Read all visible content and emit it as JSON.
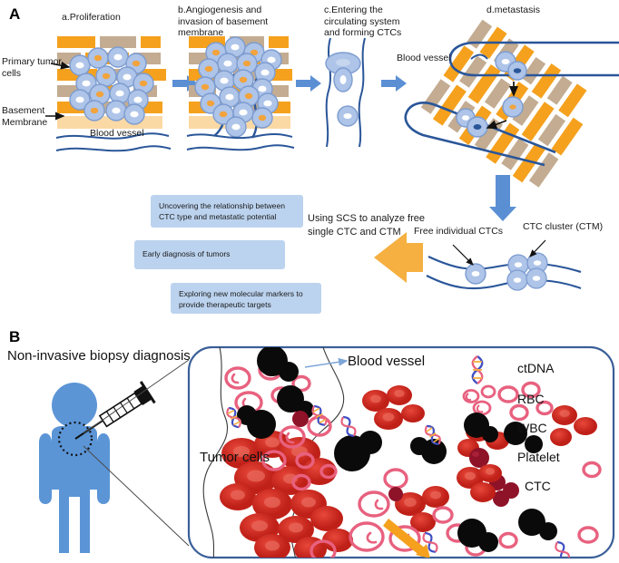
{
  "figure": {
    "panels": [
      {
        "letter": "A"
      },
      {
        "letter": "B"
      }
    ]
  },
  "panelA": {
    "letter": "A",
    "stage_titles": {
      "a": "a.Proliferation",
      "b": "b.Angiogenesis and\ninvasion of basement\nmembrane",
      "c": "c.Entering the\ncirculating system\nand forming CTCs",
      "d": "d.metastasis"
    },
    "labels": {
      "primary_tumor_cells": "Primary tumor\ncells",
      "basement_membrane": "Basement\nMembrane",
      "blood_vessel_a": "Blood vessel",
      "blood_vessel_d": "Blood vessel",
      "free_individual_ctcs": "Free individual CTCs",
      "ctc_cluster": "CTC cluster (CTM)",
      "using_scs": "Using SCS to analyze free\nsingle CTC and CTM"
    },
    "outcome_boxes": [
      {
        "id": "box-relationship",
        "text": "Uncovering the relationship between\nCTC type and metastatic potential"
      },
      {
        "id": "box-early-diagnosis",
        "text": "Early diagnosis of tumors"
      },
      {
        "id": "box-markers",
        "text": "Exploring new molecular markers to\nprovide therapeutic targets"
      }
    ]
  },
  "panelB": {
    "letter": "B",
    "title": "Non-invasive biopsy diagnosis",
    "labels": {
      "blood_vessel": "Blood vessel",
      "tumor_cells": "Tumor cells"
    },
    "legend": [
      {
        "icon": "dna-helix-icon",
        "label": "ctDNA",
        "color": "#3f4fc4"
      },
      {
        "icon": "rbc-icon",
        "label": "RBC",
        "color": "#e8617f"
      },
      {
        "icon": "wbc-icon",
        "label": "WBC",
        "color": "#0a0a0a"
      },
      {
        "icon": "platelet-icon",
        "label": "Platelet",
        "color": "#8e1228"
      },
      {
        "icon": "ctc-icon",
        "label": "CTC",
        "color": "#d32a22"
      }
    ]
  },
  "colors": {
    "tumor_cell_fill": "#aec4e8",
    "tumor_cell_stroke": "#7d9cd0",
    "tumor_cell_nucleus": "#f2a33c",
    "brick_orange": "#f5a11e",
    "brick_tan": "#c3ac91",
    "basement_membrane": "#fbd9a5",
    "vessel_blue": "#2a5699",
    "arrow_blue": "#5b8fd4",
    "arrow_orange": "#f5b041",
    "box_blue": "#bcd3ef",
    "person_blue": "#5b95d6",
    "inset_border": "#3a5f98",
    "rbc": "#e8617f",
    "ctc_red": "#d32a22",
    "platelet": "#8e1228",
    "wbc": "#0a0a0a"
  }
}
